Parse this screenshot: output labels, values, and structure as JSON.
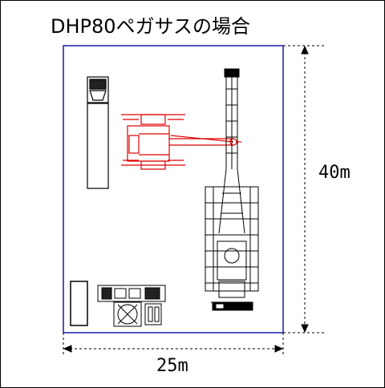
{
  "title": "DHP80ペガサスの場合",
  "dimensions": {
    "height_label": "40m",
    "width_label": "25m"
  },
  "colors": {
    "site_boundary": "#1a1aa6",
    "crane": "#e00000",
    "equipment": "#000000"
  }
}
